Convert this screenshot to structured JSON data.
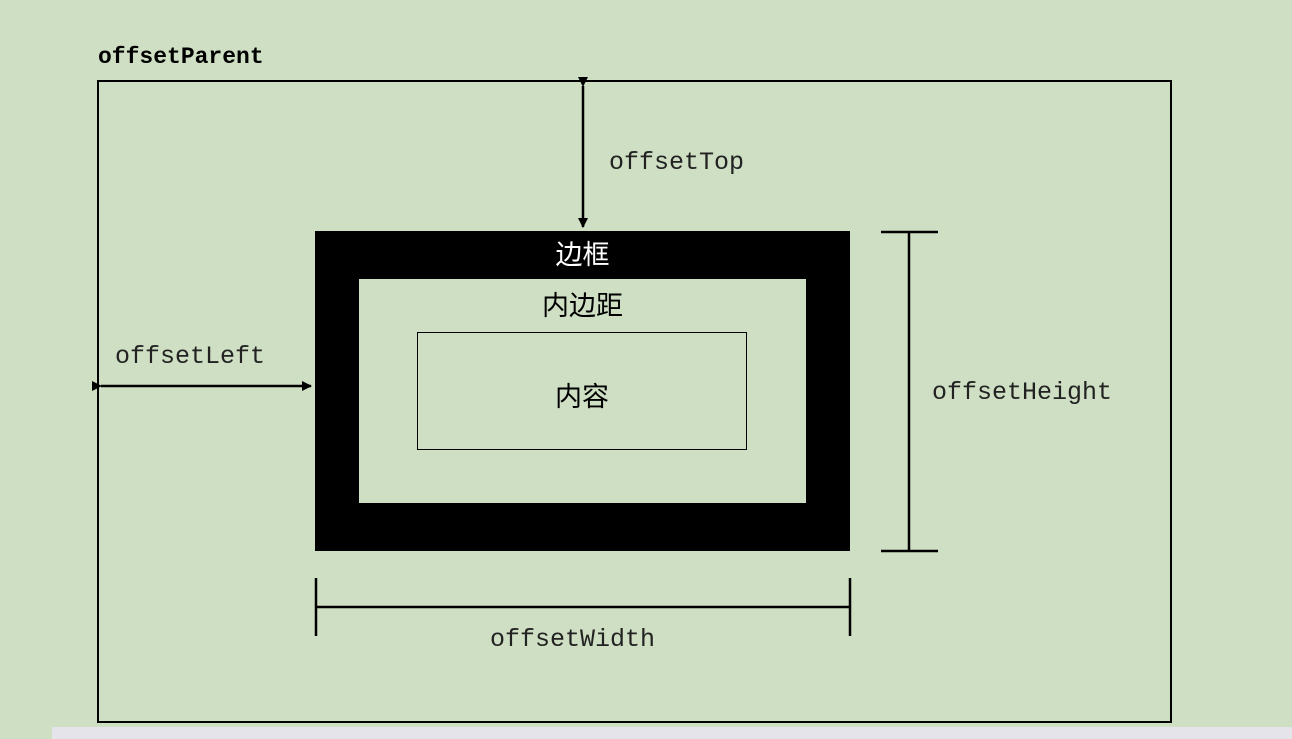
{
  "title": "offsetParent",
  "boxes": {
    "border_label": "边框",
    "padding_label": "内边距",
    "content_label": "内容"
  },
  "measures": {
    "offset_top": "offsetTop",
    "offset_left": "offsetLeft",
    "offset_height": "offsetHeight",
    "offset_width": "offsetWidth"
  },
  "colors": {
    "background": "#cfdfc3",
    "border_fill": "#000000",
    "line": "#000000"
  }
}
